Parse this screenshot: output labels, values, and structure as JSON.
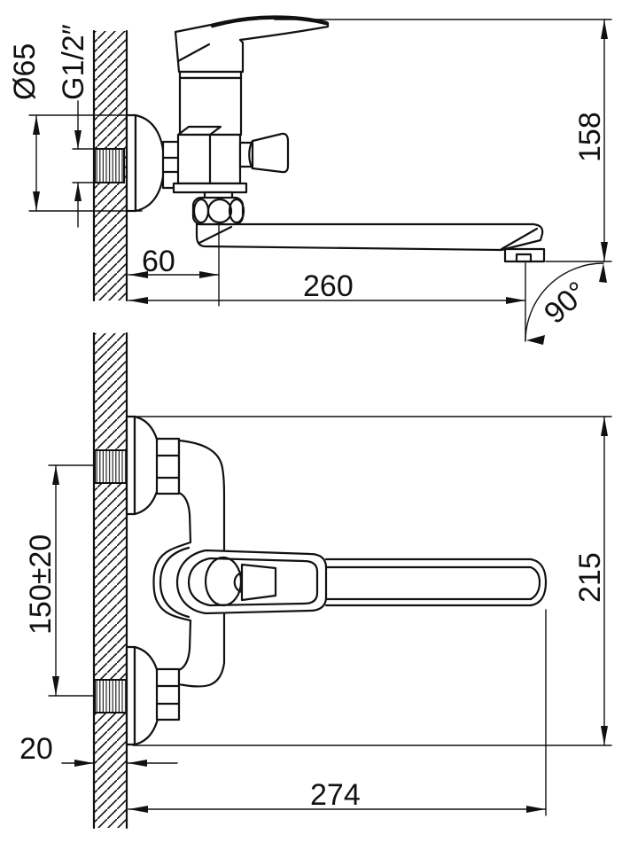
{
  "drawing": {
    "kind": "technical dimension drawing, two orthographic views",
    "colors": {
      "line": "#111111",
      "background": "#ffffff"
    }
  },
  "labels": {
    "front": {
      "escutcheon_diameter": "Ø65",
      "inlet_thread": "G1/2″",
      "height_to_spout": "158",
      "wall_to_spout_axis": "60",
      "spout_reach": "260",
      "spout_swivel_angle": "90°"
    },
    "plan": {
      "inlet_centre_distance": "150±20",
      "overall_depth": "215",
      "wall_thickness": "20",
      "overall_reach": "274"
    }
  }
}
